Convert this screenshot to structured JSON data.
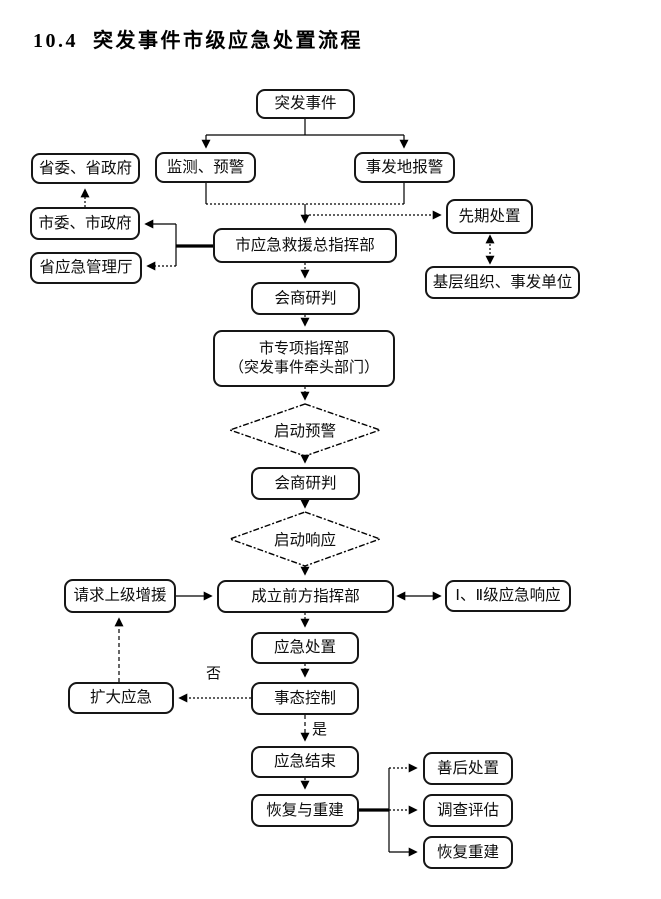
{
  "title": "10.4  突发事件市级应急处置流程",
  "nodes": {
    "sudden_event": {
      "label": "突发事件"
    },
    "monitor": {
      "label": "监测、预警"
    },
    "report": {
      "label": "事发地报警"
    },
    "prov_gov": {
      "label": "省委、省政府"
    },
    "city_gov": {
      "label": "市委、市政府"
    },
    "prov_dept": {
      "label": "省应急管理厅"
    },
    "hq": {
      "label": "市应急救援总指挥部"
    },
    "early": {
      "label": "先期处置"
    },
    "grassroots": {
      "label": "基层组织、事发单位"
    },
    "consult1": {
      "label": "会商研判"
    },
    "special_hq": {
      "label": "市专项指挥部",
      "label2": "（突发事件牵头部门）"
    },
    "start_warning": {
      "label": "启动预警"
    },
    "consult2": {
      "label": "会商研判"
    },
    "start_response": {
      "label": "启动响应"
    },
    "request": {
      "label": "请求上级增援"
    },
    "front_hq": {
      "label": "成立前方指挥部"
    },
    "level": {
      "label": "Ⅰ、Ⅱ级应急响应"
    },
    "disposal": {
      "label": "应急处置"
    },
    "control": {
      "label": "事态控制"
    },
    "expand": {
      "label": "扩大应急"
    },
    "end": {
      "label": "应急结束"
    },
    "recovery": {
      "label": "恢复与重建"
    },
    "aftermath": {
      "label": "善后处置"
    },
    "investigation": {
      "label": "调查评估"
    },
    "rebuild": {
      "label": "恢复重建"
    }
  },
  "edge_labels": {
    "no": "否",
    "yes": "是"
  },
  "colors": {
    "line": "#000000",
    "text": "#111111",
    "background": "#ffffff"
  }
}
